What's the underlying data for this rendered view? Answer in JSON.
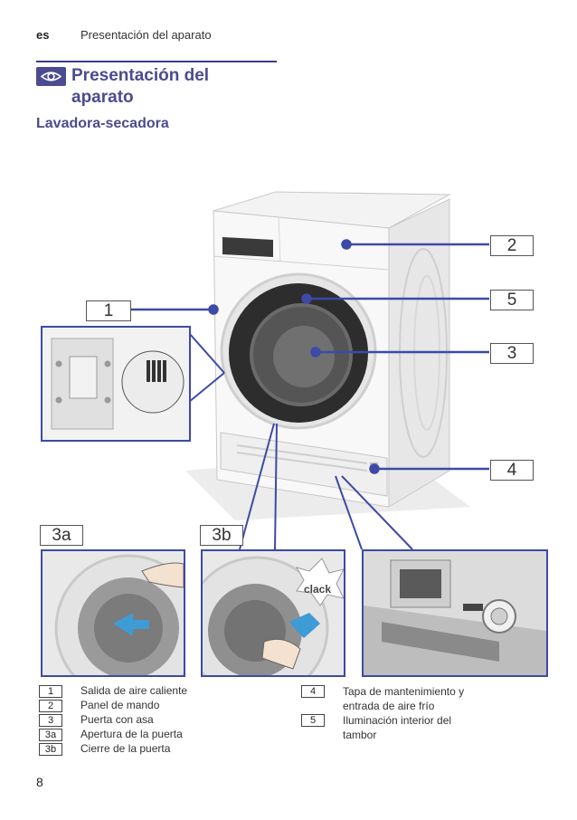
{
  "header": {
    "lang": "es",
    "title": "Presentación del aparato"
  },
  "section": {
    "title": "Presentación del aparato",
    "subtitle": "Lavadora-secadora"
  },
  "callouts": {
    "c1": "1",
    "c2": "2",
    "c3": "3",
    "c4": "4",
    "c5": "5",
    "c3a": "3a",
    "c3b": "3b"
  },
  "photo_labels": {
    "clack": "clack"
  },
  "legend": [
    {
      "num": "1",
      "text": "Salida de aire caliente"
    },
    {
      "num": "2",
      "text": "Panel de mando"
    },
    {
      "num": "3",
      "text": "Puerta con asa"
    },
    {
      "num": "3a",
      "text": "Apertura de la puerta"
    },
    {
      "num": "3b",
      "text": "Cierre de la puerta"
    },
    {
      "num": "4",
      "text": "Tapa de mantenimiento y entrada de aire frío"
    },
    {
      "num": "5",
      "text": "Iluminación interior del tambor"
    }
  ],
  "page_number": "8",
  "colors": {
    "accent": "#4b4b8f",
    "frame": "#3d4aa6"
  }
}
